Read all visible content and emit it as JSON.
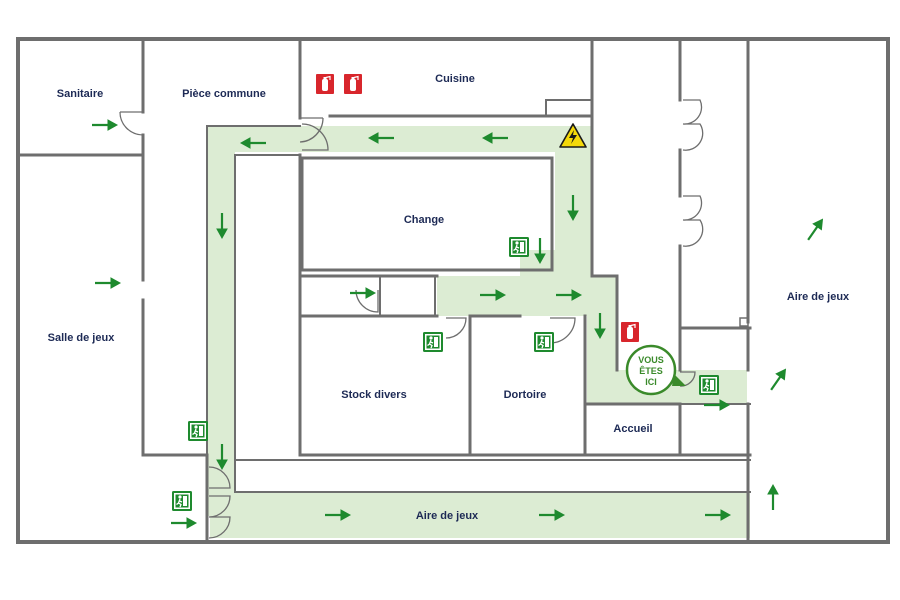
{
  "colors": {
    "wall": "#6e6e6e",
    "path": "#dcecd3",
    "arrow": "#1e8a2e",
    "extinguisher": "#d8262c",
    "exit_sign": "#1e8a2e",
    "hazard": "#f5d90a",
    "label": "#1d2a55",
    "here_ring": "#3a8a2a"
  },
  "rooms": {
    "sanitaire": "Sanitaire",
    "piece_commune": "Pièce commune",
    "cuisine": "Cuisine",
    "change": "Change",
    "salle_de_jeux": "Salle de jeux",
    "stock_divers": "Stock divers",
    "dortoire": "Dortoire",
    "accueil": "Accueil",
    "aire_de_jeux_right": "Aire de jeux",
    "aire_de_jeux_bottom": "Aire de jeux"
  },
  "you_are_here": {
    "line1": "VOUS",
    "line2": "ÊTES",
    "line3": "ICI"
  },
  "icons": [
    "fire-extinguisher-icon",
    "emergency-exit-icon",
    "electrical-hazard-icon",
    "direction-arrow-icon",
    "door-icon"
  ]
}
